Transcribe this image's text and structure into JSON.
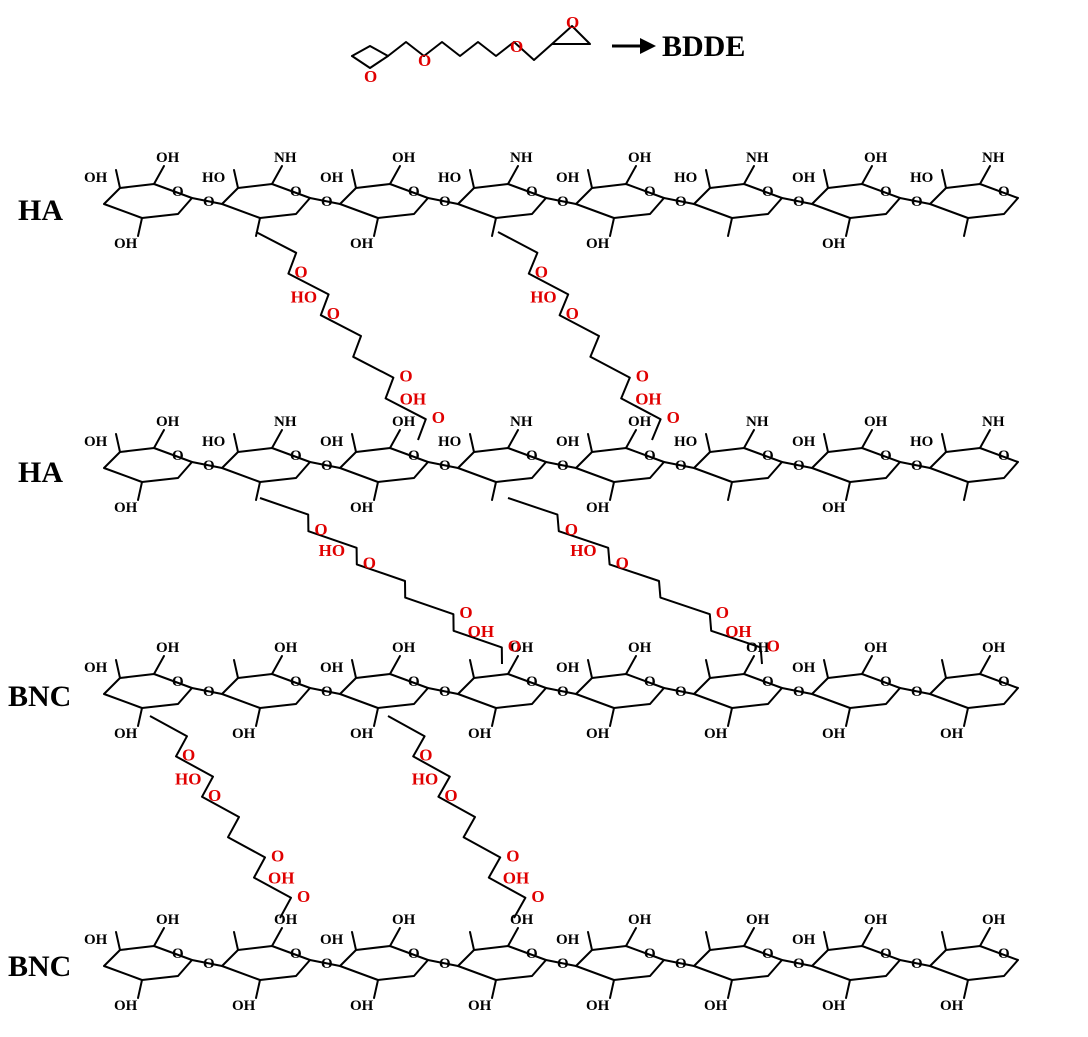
{
  "reagent": {
    "label": "BDDE"
  },
  "rows": [
    "HA",
    "HA",
    "BNC",
    "BNC"
  ],
  "atoms": {
    "oxygen": "O",
    "hydroxyl": "OH",
    "amide": "NH",
    "hydroxyl_rev": "HO"
  },
  "colors": {
    "linker": "#e00000",
    "backbone": "#000000"
  }
}
